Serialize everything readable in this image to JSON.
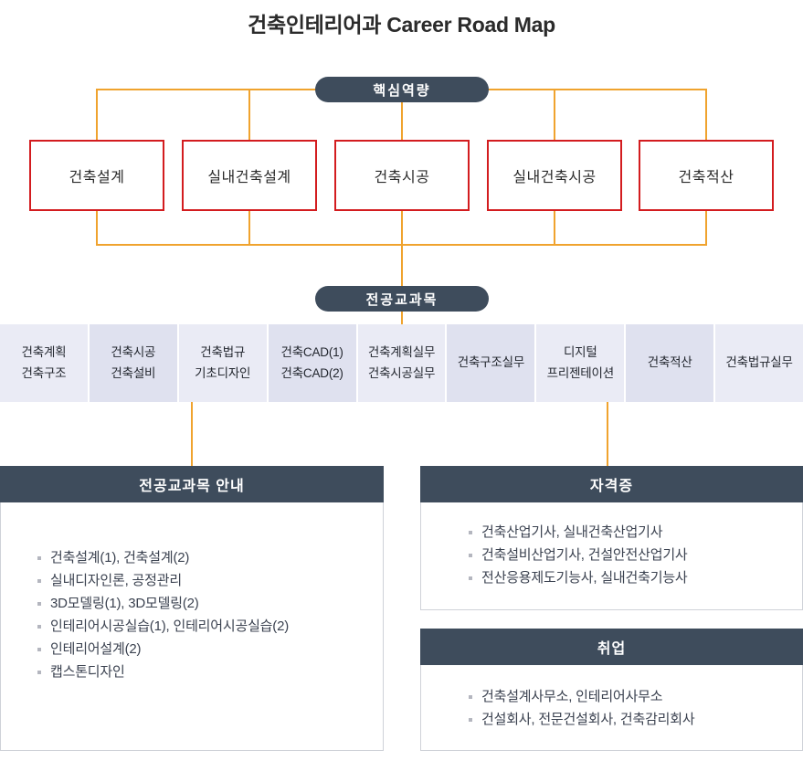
{
  "title": "건축인테리어과 Career Road Map",
  "sections": {
    "core_label": "핵심역량",
    "major_label": "전공교과목"
  },
  "competencies": [
    "건축설계",
    "실내건축설계",
    "건축시공",
    "실내건축시공",
    "건축적산"
  ],
  "courses": [
    [
      "건축계획",
      "건축구조"
    ],
    [
      "건축시공",
      "건축설비"
    ],
    [
      "건축법규",
      "기초디자인"
    ],
    [
      "건축CAD(1)",
      "건축CAD(2)"
    ],
    [
      "건축계획실무",
      "건축시공실무"
    ],
    [
      "건축구조실무"
    ],
    [
      "디지털",
      "프리젠테이션"
    ],
    [
      "건축적산"
    ],
    [
      "건축법규실무"
    ]
  ],
  "panels": {
    "course_guide": {
      "title": "전공교과목 안내",
      "items": [
        "건축설계(1), 건축설계(2)",
        "실내디자인론, 공정관리",
        "3D모델링(1), 3D모델링(2)",
        "인테리어시공실습(1), 인테리어시공실습(2)",
        "인테리어설계(2)",
        "캡스톤디자인"
      ]
    },
    "certificates": {
      "title": "자격증",
      "items": [
        "건축산업기사, 실내건축산업기사",
        "건축설비산업기사, 건설안전산업기사",
        "전산응용제도기능사, 실내건축기능사"
      ]
    },
    "employment": {
      "title": "취업",
      "items": [
        "건축설계사무소, 인테리어사무소",
        "건설회사, 전문건설회사, 건축감리회사"
      ]
    }
  },
  "colors": {
    "accent_orange": "#f0a32e",
    "dark_slate": "#3e4c5c",
    "red_border": "#d31c1f",
    "course_box_odd": "#eaebf5",
    "course_box_even": "#dfe1ef"
  }
}
